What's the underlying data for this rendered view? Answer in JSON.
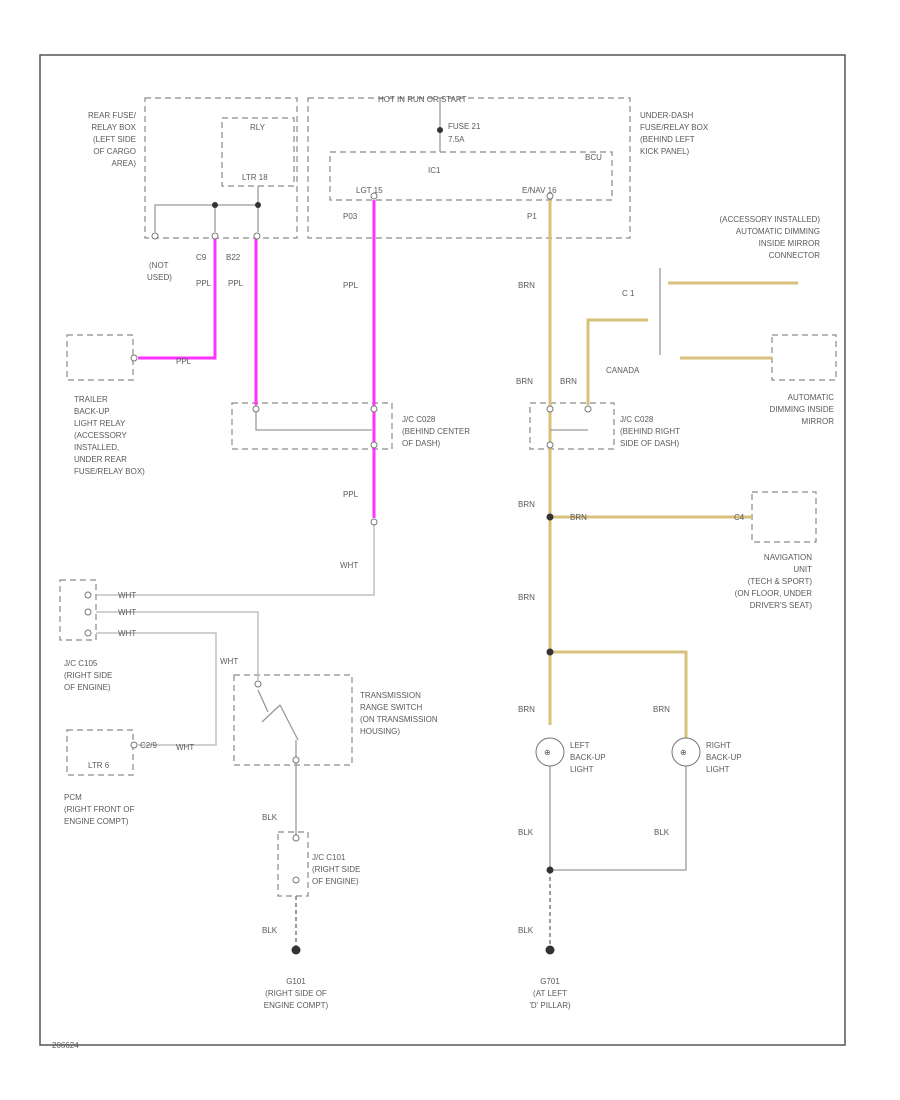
{
  "colors": {
    "pink_wire": "#ff33ff",
    "brown_wire": "#d8c17a",
    "white_wire": "#b5b5b5",
    "ground_wire": "#666666"
  },
  "labels": {
    "rear_fuse_box": [
      "REAR FUSE/",
      "RELAY BOX",
      "(LEFT SIDE",
      "OF CARGO",
      "AREA)"
    ],
    "hot_run_start": "HOT IN RUN OR START",
    "fuse": [
      "FUSE 21",
      "7.5A"
    ],
    "under_dash_box": [
      "UNDER-DASH",
      "FUSE/RELAY BOX",
      "(BEHIND LEFT",
      "KICK PANEL)"
    ],
    "relay_small": "RLY",
    "relay_small_pin": "LTR 18",
    "ic1": "IC1",
    "bcu": "BCU",
    "bcu_left_pin": "LGT 15",
    "bcu_right_pin": "E/NAV 16",
    "not_used": [
      "(NOT",
      "USED)"
    ],
    "c9": "C9",
    "b22": "B22",
    "ppl_a": "PPL",
    "ppl_b": "PPL",
    "ppl_c": "PPL",
    "ppl_d": "PPL",
    "ppl_e": "PPL",
    "p03": "P03",
    "p1": "P1",
    "brn_list": [
      "BRN",
      "BRN",
      "BRN",
      "BRN",
      "BRN",
      "BRN",
      "BRN",
      "BRN"
    ],
    "trailer_relay": [
      "TRAILER",
      "BACK-UP",
      "LIGHT RELAY",
      "(ACCESSORY",
      "INSTALLED,",
      "UNDER REAR",
      "FUSE/RELAY BOX)"
    ],
    "accessory_mirror": [
      "(ACCESSORY INSTALLED)",
      "AUTOMATIC DIMMING",
      "INSIDE MIRROR",
      "CONNECTOR"
    ],
    "c1_label": "C 1",
    "canada": "CANADA",
    "auto_mirror": [
      "AUTOMATIC",
      "DIMMING INSIDE",
      "MIRROR"
    ],
    "jc_c028": [
      "J/C C028",
      "(BEHIND CENTER",
      "OF DASH)"
    ],
    "jc_c028r": [
      "J/C C028",
      "(BEHIND RIGHT",
      "SIDE OF DASH)"
    ],
    "navigation": [
      "NAVIGATION",
      "UNIT",
      "(TECH & SPORT)",
      "(ON FLOOR, UNDER",
      "DRIVER'S SEAT)"
    ],
    "c4": "C4",
    "wht_list": [
      "WHT",
      "WHT",
      "WHT",
      "WHT",
      "WHT",
      "WHT"
    ],
    "jc_c105": [
      "J/C C105",
      "(RIGHT SIDE",
      "OF ENGINE)"
    ],
    "trans_switch": [
      "TRANSMISSION",
      "RANGE SWITCH",
      "(ON TRANSMISSION",
      "HOUSING)"
    ],
    "pcm": [
      "PCM",
      "(RIGHT FRONT OF",
      "ENGINE COMPT)"
    ],
    "pcm_pin": "LTR 6",
    "pcm_con": "C2/9",
    "left_light": [
      "LEFT",
      "BACK-UP",
      "LIGHT"
    ],
    "right_light": [
      "RIGHT",
      "BACK-UP",
      "LIGHT"
    ],
    "blk_list": [
      "BLK",
      "BLK",
      "BLK",
      "BLK",
      "BLK"
    ],
    "jc_c101": [
      "J/C C101",
      "(RIGHT SIDE",
      "OF ENGINE)"
    ],
    "g101": [
      "G101",
      "(RIGHT SIDE OF",
      "ENGINE COMPT)"
    ],
    "g701": [
      "G701",
      "(AT LEFT",
      "'D' PILLAR)"
    ],
    "code": "206624"
  }
}
